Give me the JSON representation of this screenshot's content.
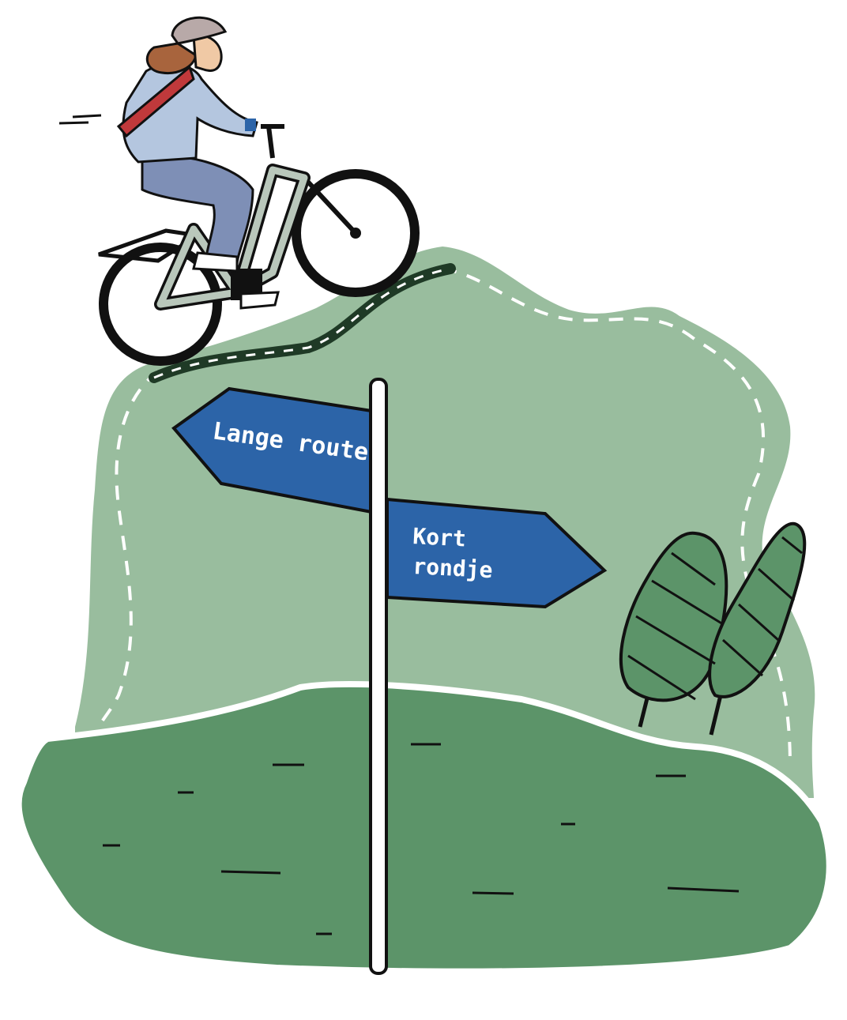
{
  "signs": {
    "left": {
      "label": "Lange route"
    },
    "right": {
      "line1": "Kort",
      "line2": "rondje"
    }
  },
  "colors": {
    "light_green": "#99bd9e",
    "dark_green": "#5c9469",
    "sign_blue": "#2c64a8",
    "outline": "#111111",
    "road": "#1f3a26",
    "jacket": "#b4c6df",
    "pants": "#7e8fb6",
    "helmet": "#b8a9a8",
    "hair": "#a8643d",
    "bag": "#c0393b",
    "bike_frame": "#b9c7bb"
  }
}
